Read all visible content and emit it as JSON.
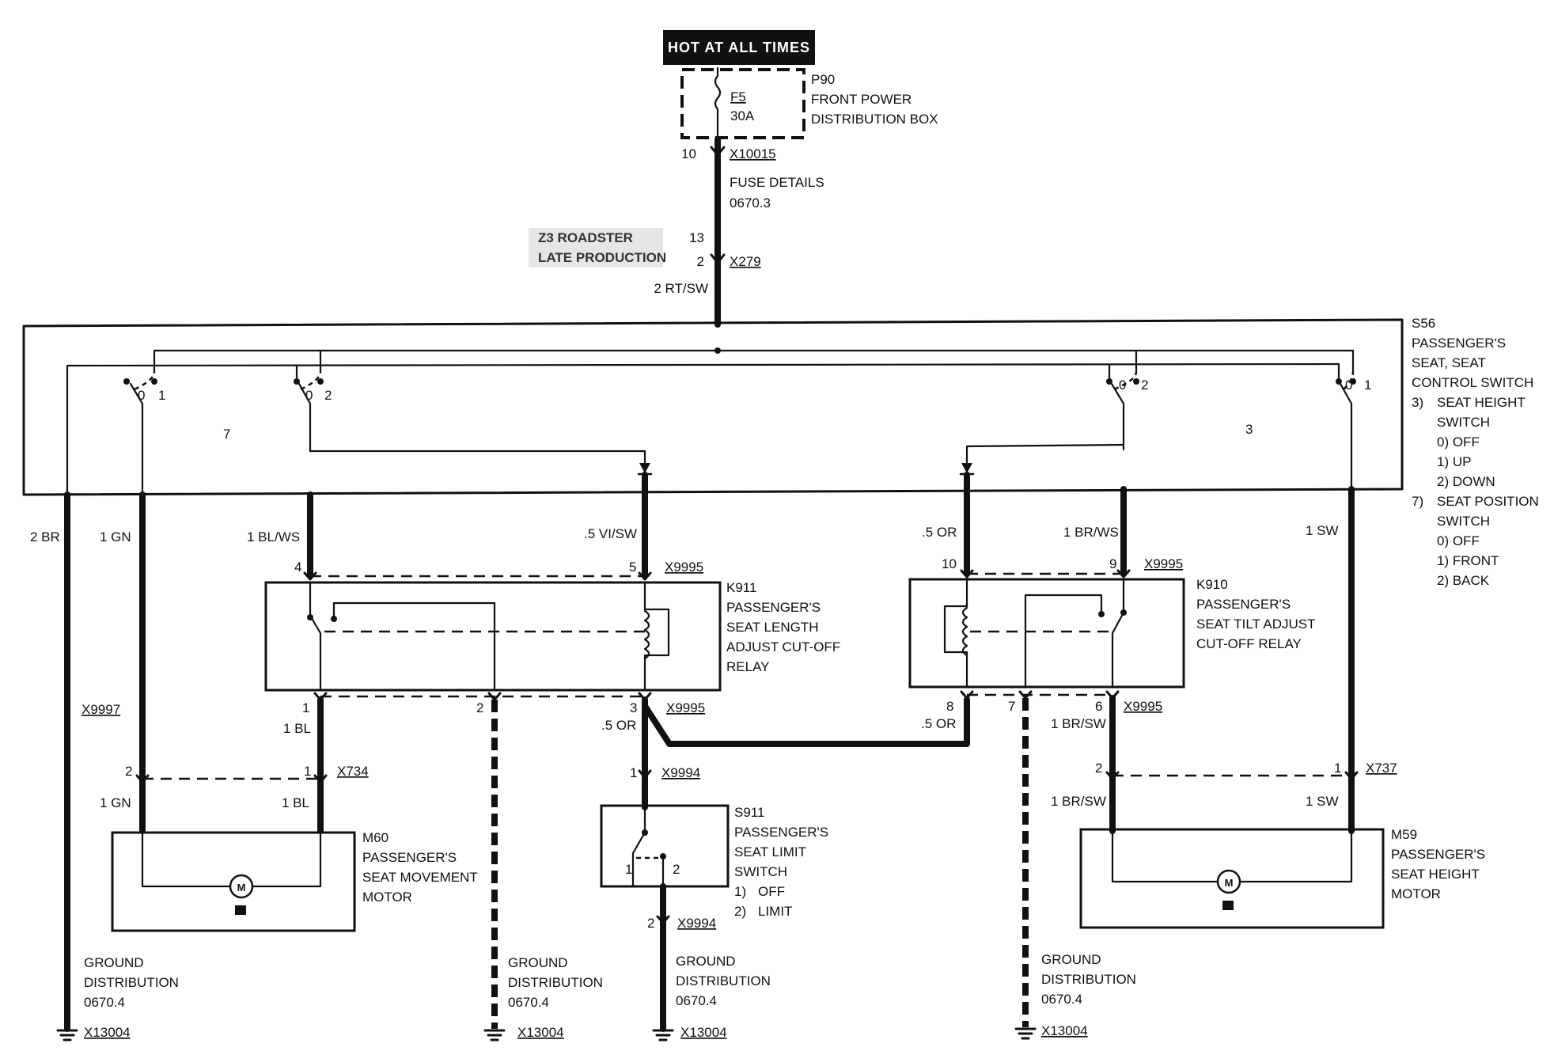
{
  "hot_at_all_times": "HOT AT ALL TIMES",
  "p90": {
    "id": "P90",
    "line1": "FRONT POWER",
    "line2": "DISTRIBUTION BOX",
    "fuse": "F5",
    "rating": "30A",
    "pin": "10",
    "connector": "X10015"
  },
  "fuse_details": {
    "line1": "FUSE DETAILS",
    "line2": "0670.3"
  },
  "z3": {
    "line1": "Z3 ROADSTER",
    "line2": "LATE PRODUCTION",
    "pin_a": "13",
    "pin_b": "2",
    "connector": "X279"
  },
  "main_wire": "2 RT/SW",
  "s56": {
    "id": "S56",
    "lines": [
      "PASSENGER'S",
      "SEAT, SEAT",
      "CONTROL SWITCH"
    ],
    "legend": [
      {
        "num": "3)",
        "text": "SEAT HEIGHT"
      },
      {
        "num": "",
        "text": "SWITCH"
      },
      {
        "num": "",
        "text": "0) OFF"
      },
      {
        "num": "",
        "text": "1) UP"
      },
      {
        "num": "",
        "text": "2) DOWN"
      },
      {
        "num": "7)",
        "text": "SEAT POSITION"
      },
      {
        "num": "",
        "text": "SWITCH"
      },
      {
        "num": "",
        "text": "0) OFF"
      },
      {
        "num": "",
        "text": "1) FRONT"
      },
      {
        "num": "",
        "text": "2) BACK"
      }
    ],
    "left_section": "7",
    "right_section": "3",
    "sw_a": {
      "p0": "0",
      "p1": "1"
    },
    "sw_b": {
      "p0": "0",
      "p1": "2"
    },
    "sw_c": {
      "p0": "0",
      "p1": "2"
    },
    "sw_d": {
      "p0": "0",
      "p1": "1"
    }
  },
  "wires": {
    "br2": "2 BR",
    "gn1": "1 GN",
    "blws": "1 BL/WS",
    "visw": ".5 VI/SW",
    "or_top": ".5 OR",
    "brws": "1 BR/WS",
    "sw1": "1 SW",
    "bl1": "1 BL",
    "or_k911": ".5 OR",
    "or_k910": ".5 OR",
    "brsw_k910": "1 BR/SW",
    "gn1_m60": "1 GN",
    "bl1_m60": "1 BL",
    "brsw_m59": "1 BR/SW",
    "sw1_m59": "1 SW"
  },
  "k911": {
    "id": "K911",
    "lines": [
      "PASSENGER'S",
      "SEAT LENGTH",
      "ADJUST CUT-OFF",
      "RELAY"
    ],
    "pin4": "4",
    "pin5": "5",
    "top_conn": "X9995",
    "pin1": "1",
    "pin2": "2",
    "pin3": "3",
    "bot_conn": "X9995"
  },
  "k910": {
    "id": "K910",
    "lines": [
      "PASSENGER'S",
      "SEAT TILT ADJUST",
      "CUT-OFF RELAY"
    ],
    "pin10": "10",
    "pin9": "9",
    "top_conn": "X9995",
    "pin8": "8",
    "pin7": "7",
    "pin6": "6",
    "bot_conn": "X9995"
  },
  "x9997": "X9997",
  "x734": {
    "connector": "X734",
    "pin2": "2",
    "pin1": "1"
  },
  "x737": {
    "connector": "X737",
    "pin2": "2",
    "pin1": "1"
  },
  "x9994_top": {
    "pin": "1",
    "connector": "X9994"
  },
  "x9994_bot": {
    "pin": "2",
    "connector": "X9994"
  },
  "m60": {
    "id": "M60",
    "lines": [
      "PASSENGER'S",
      "SEAT MOVEMENT",
      "MOTOR"
    ]
  },
  "m59": {
    "id": "M59",
    "lines": [
      "PASSENGER'S",
      "SEAT HEIGHT",
      "MOTOR"
    ]
  },
  "s911": {
    "id": "S911",
    "lines": [
      "PASSENGER'S",
      "SEAT LIMIT",
      "SWITCH"
    ],
    "legend": [
      {
        "num": "1)",
        "text": "OFF"
      },
      {
        "num": "2)",
        "text": "LIMIT"
      }
    ],
    "p1": "1",
    "p2": "2"
  },
  "grounds": [
    {
      "line1": "GROUND",
      "line2": "DISTRIBUTION",
      "line3": "0670.4",
      "connector": "X13004"
    },
    {
      "line1": "GROUND",
      "line2": "DISTRIBUTION",
      "line3": "0670.4",
      "connector": "X13004"
    },
    {
      "line1": "GROUND",
      "line2": "DISTRIBUTION",
      "line3": "0670.4",
      "connector": "X13004"
    },
    {
      "line1": "GROUND",
      "line2": "DISTRIBUTION",
      "line3": "0670.4",
      "connector": "X13004"
    }
  ]
}
